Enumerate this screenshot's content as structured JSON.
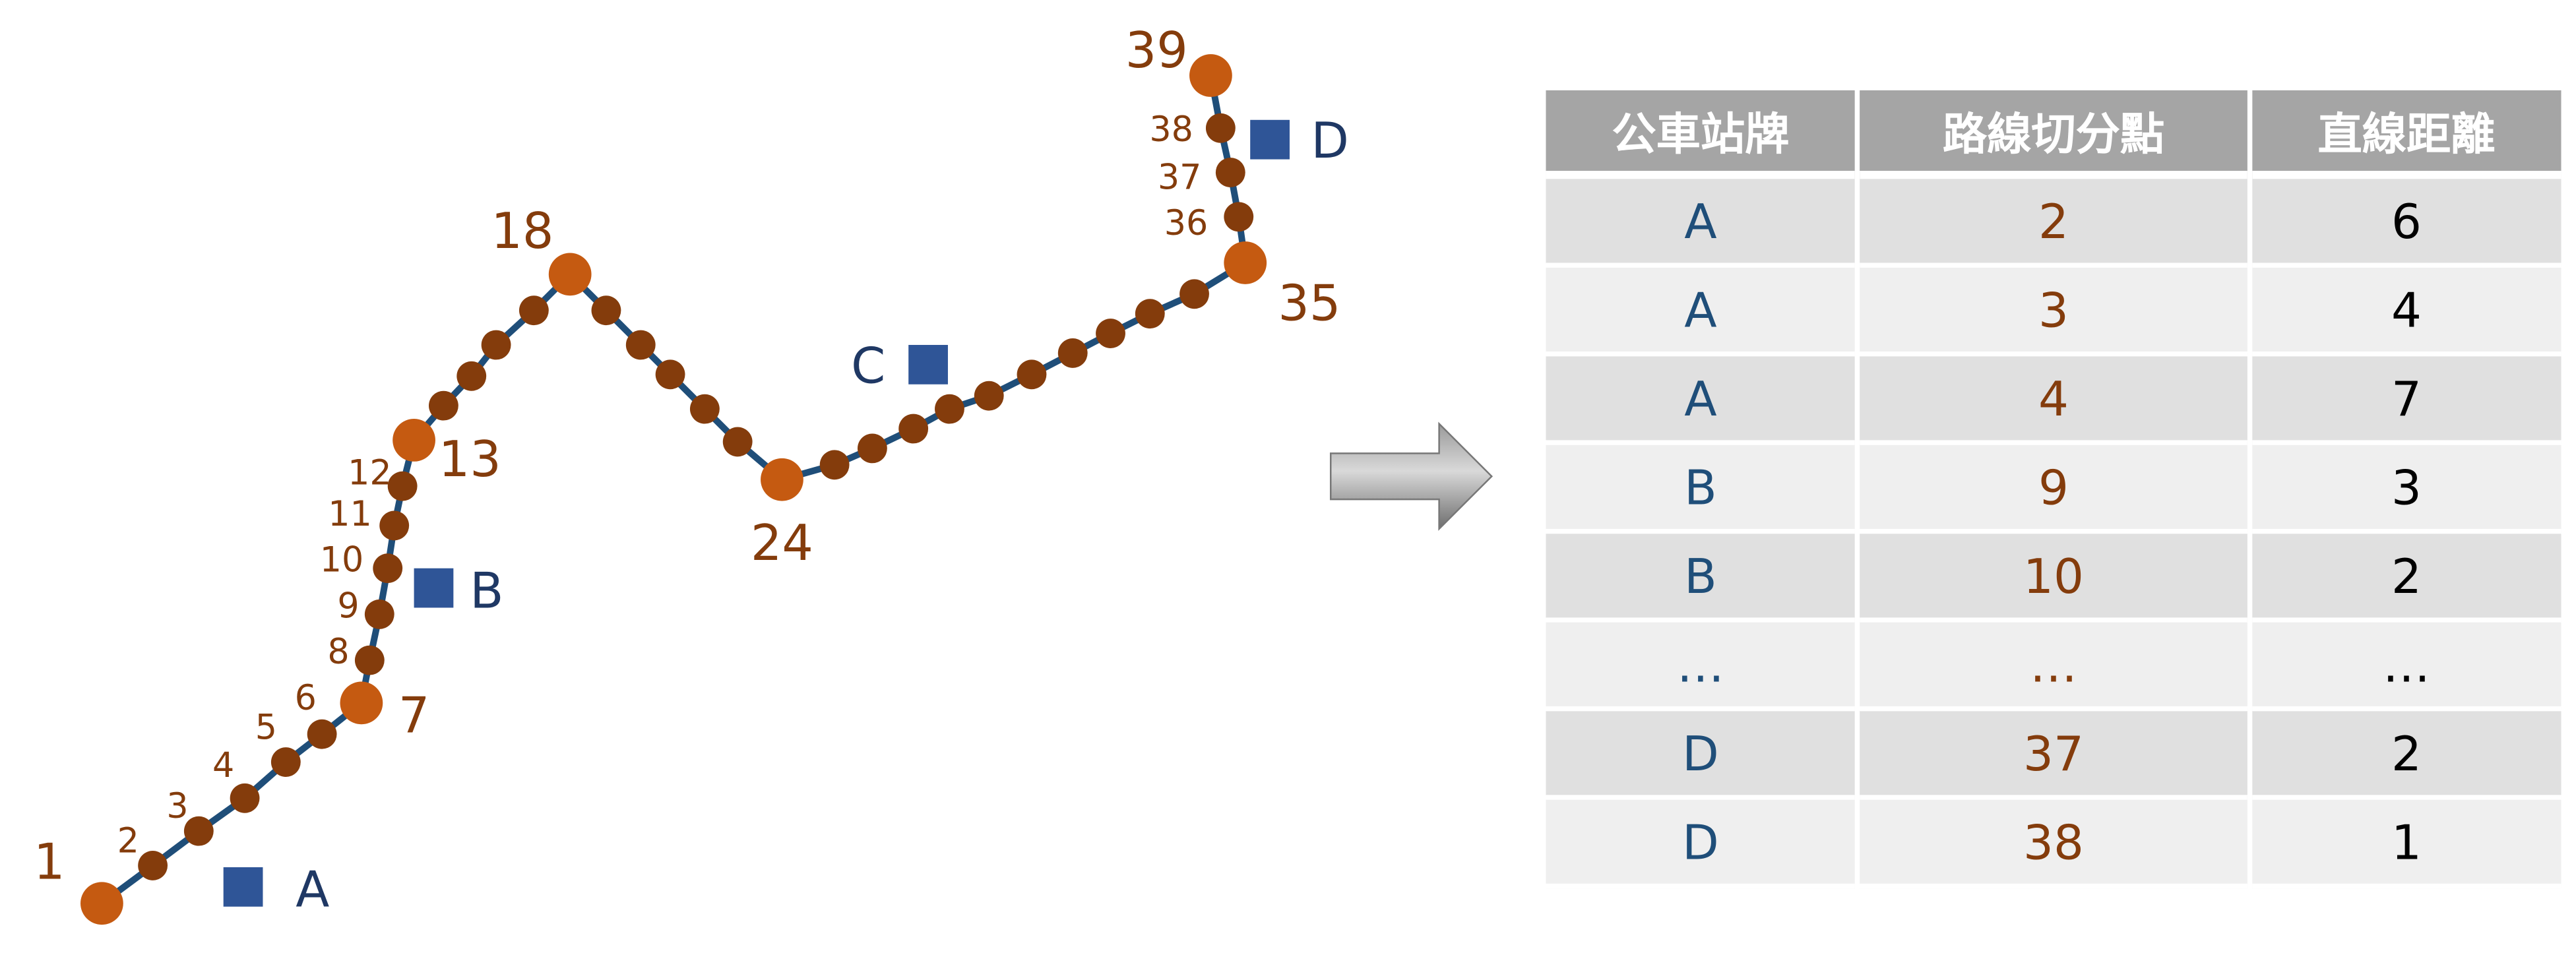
{
  "diagram": {
    "route_nodes": [
      1,
      2,
      3,
      4,
      5,
      6,
      7,
      8,
      9,
      10,
      11,
      12,
      13,
      14,
      15,
      16,
      17,
      18,
      19,
      20,
      21,
      22,
      23,
      24,
      25,
      26,
      27,
      28,
      29,
      30,
      31,
      32,
      33,
      34,
      35,
      36,
      37,
      38,
      39
    ],
    "major_nodes": [
      1,
      7,
      13,
      18,
      24,
      35,
      39
    ],
    "labeled_nodes": [
      "1",
      "2",
      "3",
      "4",
      "5",
      "6",
      "7",
      "8",
      "9",
      "10",
      "11",
      "12",
      "13",
      "18",
      "24",
      "35",
      "36",
      "37",
      "38",
      "39"
    ],
    "bus_stops": [
      "A",
      "B",
      "C",
      "D"
    ],
    "colors": {
      "route_line": "#1f4e79",
      "major_node": "#c55a11",
      "minor_node": "#843c0c",
      "label": "#843c0c",
      "stop": "#2f5597",
      "stop_label": "#1f3864"
    }
  },
  "table": {
    "headers": [
      "公車站牌",
      "路線切分點",
      "直線距離"
    ],
    "rows": [
      [
        "A",
        "2",
        "6"
      ],
      [
        "A",
        "3",
        "4"
      ],
      [
        "A",
        "4",
        "7"
      ],
      [
        "B",
        "9",
        "3"
      ],
      [
        "B",
        "10",
        "2"
      ],
      [
        "…",
        "…",
        "…"
      ],
      [
        "D",
        "37",
        "2"
      ],
      [
        "D",
        "38",
        "1"
      ]
    ]
  }
}
